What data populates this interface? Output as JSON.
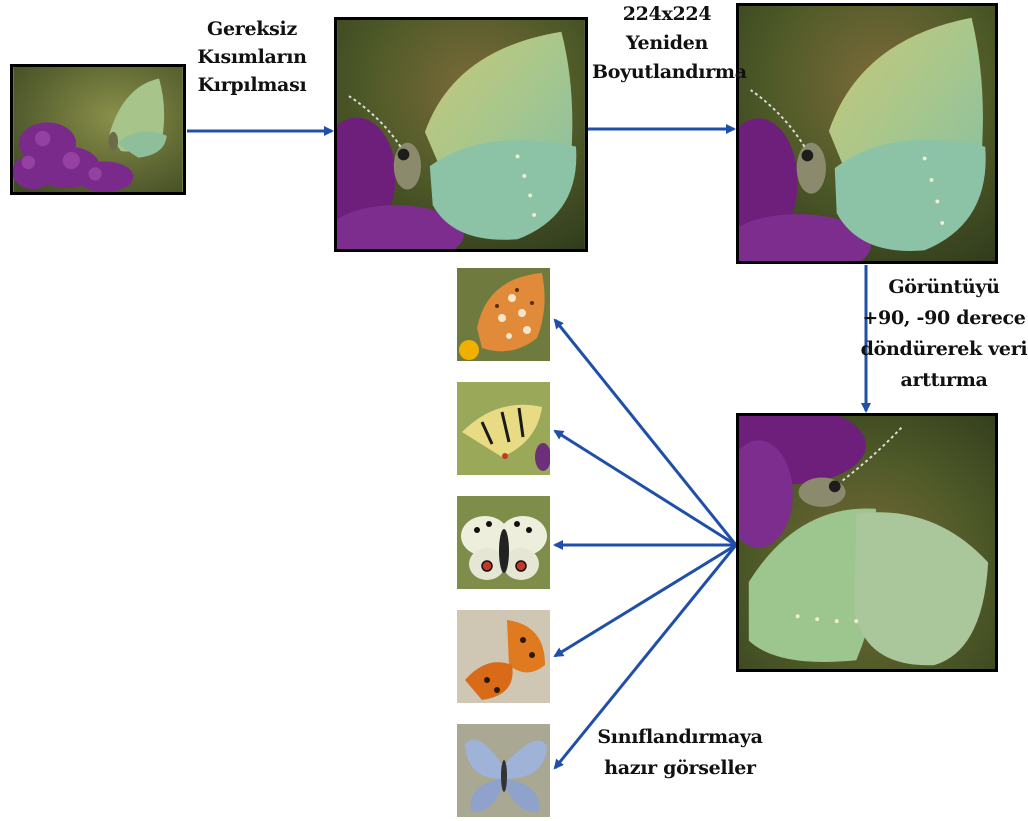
{
  "steps": {
    "crop_label": [
      "Gereksiz",
      "Kısımların",
      "Kırpılması"
    ],
    "resize_label": [
      "224x224",
      "Yeniden",
      "Boyutlandırma"
    ],
    "augment_label": [
      "Görüntüyü",
      "+90, -90 derece",
      "döndürerek veri",
      "arttırma"
    ],
    "ready_label": [
      "Sınıflandırmaya",
      "hazır görseller"
    ]
  },
  "images": {
    "original": "green-hairstreak-on-orchid-photo",
    "cropped": "green-hairstreak-cropped-photo",
    "resized": "green-hairstreak-resized-photo",
    "rotated": "green-hairstreak-rotated-photo",
    "samples": [
      "fritillary-butterfly-photo",
      "swallowtail-butterfly-photo",
      "apollo-butterfly-photo",
      "comma-butterfly-photo",
      "blue-butterfly-photo"
    ]
  },
  "colors": {
    "arrow": "#1f4fa8",
    "frame": "#000000"
  }
}
